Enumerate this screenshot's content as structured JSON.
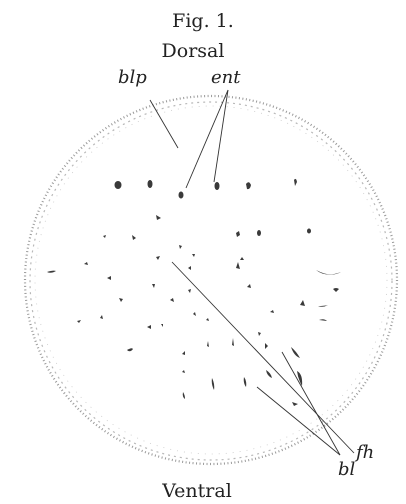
{
  "figure": {
    "title": "Fig. 1.",
    "orientation": {
      "top": "Dorsal",
      "bottom": "Ventral"
    },
    "labels": {
      "blp": "blp",
      "ent": "ent",
      "fh": "fh",
      "bl": "bl"
    }
  }
}
